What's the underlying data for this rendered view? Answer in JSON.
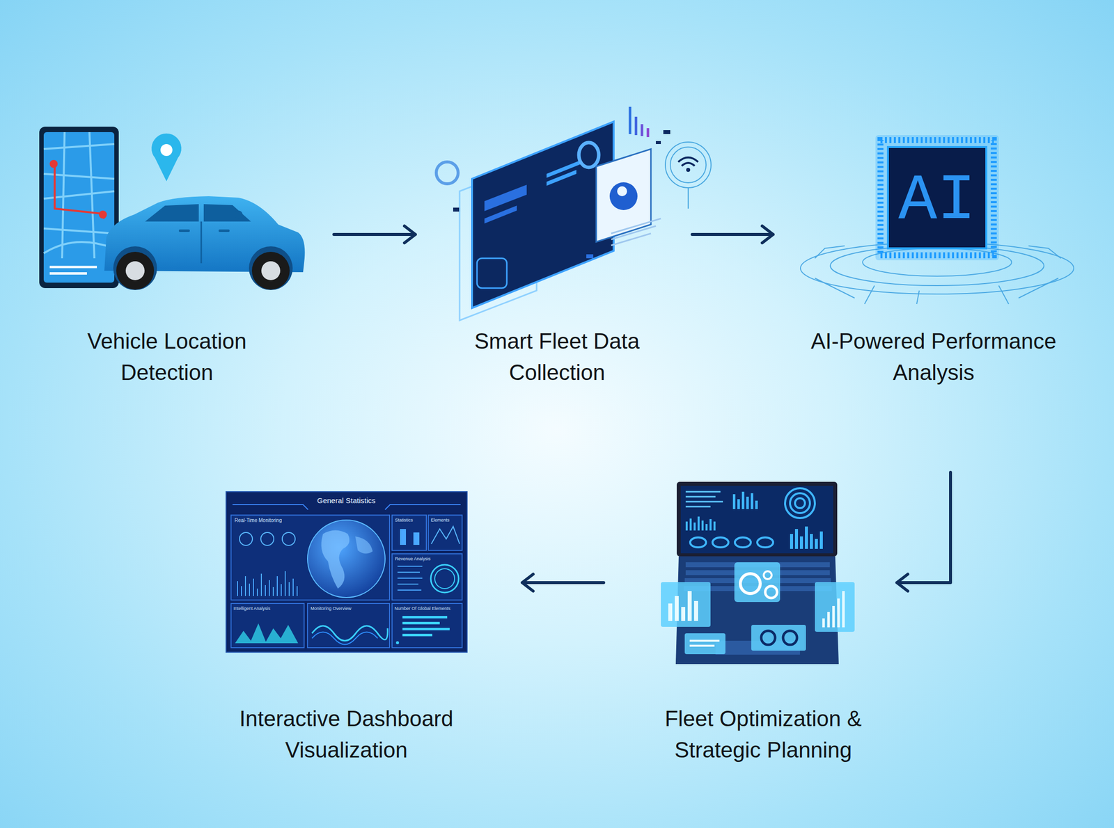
{
  "diagram": {
    "nodes": [
      {
        "text": [
          "Vehicle Location Detection"
        ]
      },
      {
        "text": [
          "Smart Fleet Data Collection"
        ]
      },
      {
        "text": [
          "AI-Powered Performance Analysis"
        ]
      },
      {
        "text": [
          "Fleet Optimization & Strategic Planning"
        ]
      },
      {
        "text": [
          "Interactive Dashboard Visualization"
        ]
      }
    ],
    "edges": [
      {
        "from": 0,
        "to": 1,
        "arrow": "to"
      },
      {
        "from": 1,
        "to": 2,
        "arrow": "to"
      },
      {
        "from": 2,
        "to": 3,
        "arrow": "to"
      },
      {
        "from": 3,
        "to": 4,
        "arrow": "to"
      }
    ],
    "labels": [
      "AI",
      "General Statistics",
      "Real-Time Monitoring",
      "Statistics",
      "Elements",
      "Revenue Analysis",
      "Intelligent Analysis",
      "Monitoring Overview",
      "Number Of Global Elements"
    ]
  }
}
